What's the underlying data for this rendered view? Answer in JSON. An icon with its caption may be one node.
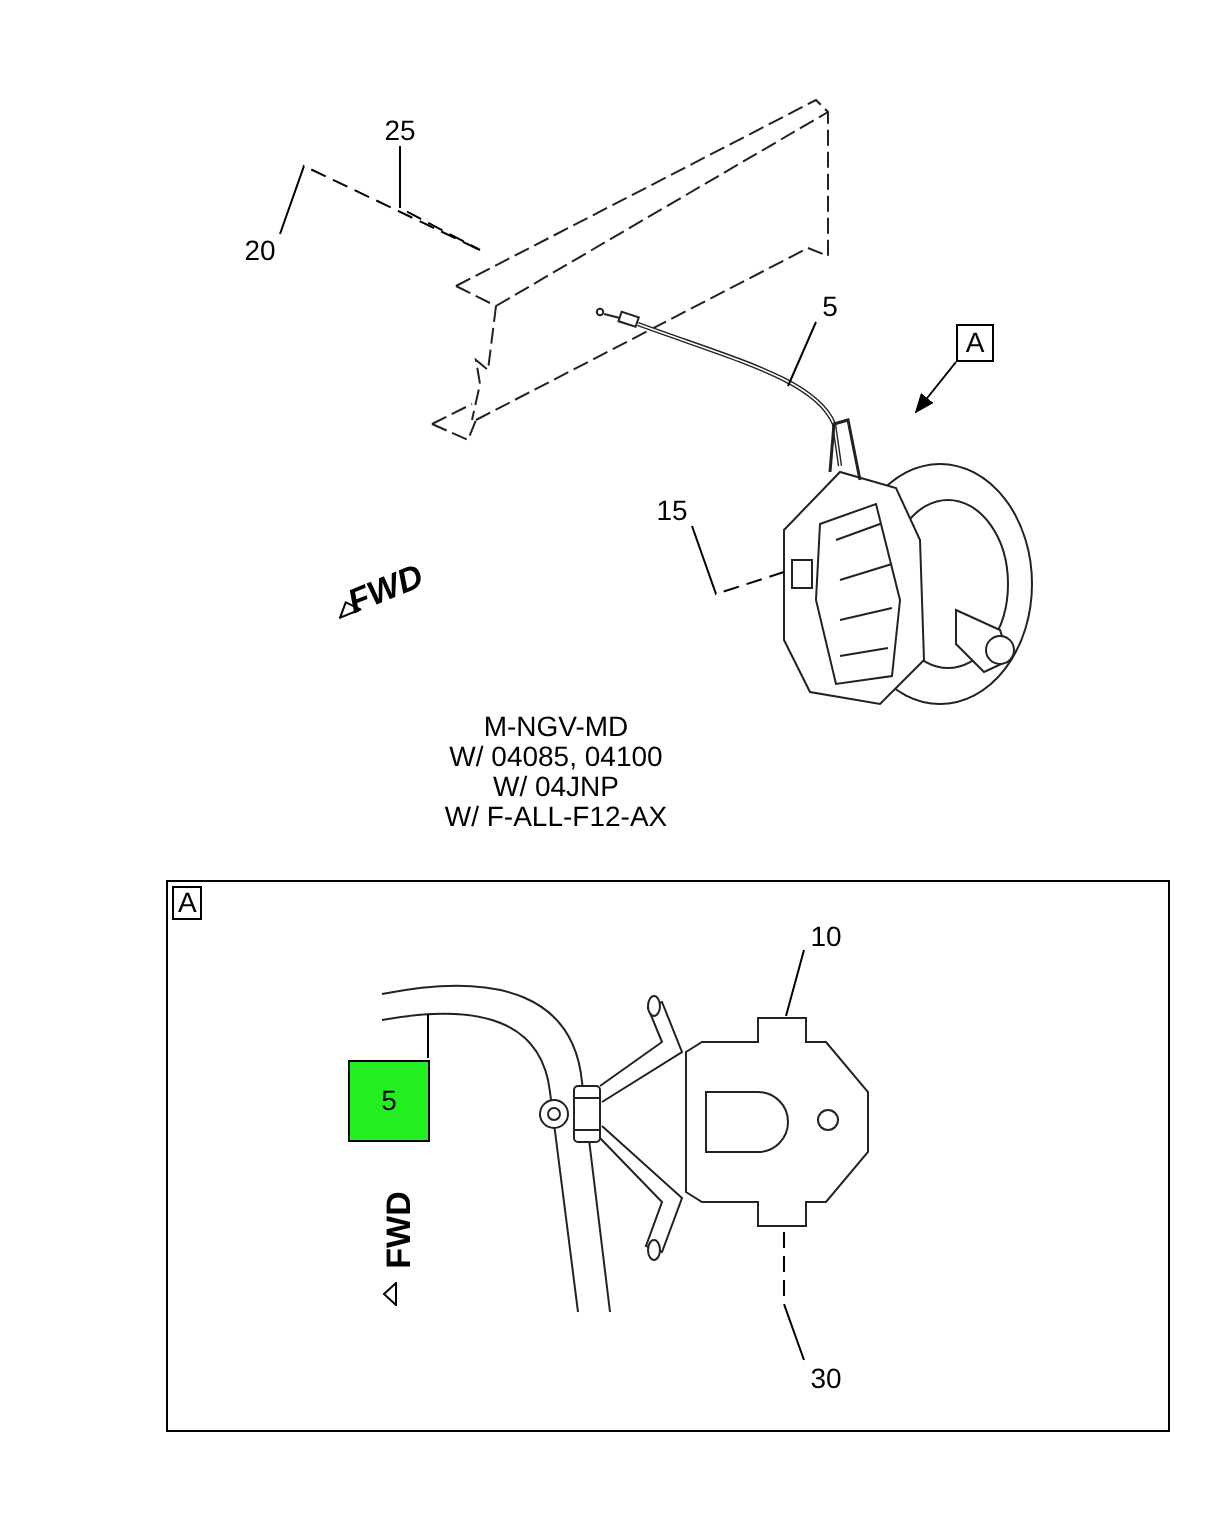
{
  "diagram": {
    "nodes": [
      {
        "text": [
          "25"
        ]
      },
      {
        "text": [
          "20"
        ]
      },
      {
        "text": [],
        "shape": "picture"
      },
      {
        "text": [
          "5"
        ]
      },
      {
        "text": [
          "A"
        ]
      },
      {
        "text": [],
        "shape": "picture"
      },
      {
        "text": [
          "15"
        ]
      },
      {
        "text": [],
        "shape": "picture"
      },
      {
        "text": [
          "A"
        ]
      },
      {
        "text": [
          "10"
        ],
        "in": 8
      },
      {
        "text": [],
        "shape": "picture",
        "in": 8
      },
      {
        "text": [
          "5"
        ],
        "in": 8
      },
      {
        "text": [],
        "shape": "picture",
        "in": 8
      },
      {
        "text": [
          "30"
        ],
        "in": 8
      }
    ],
    "edges": [
      {
        "from": 0,
        "to": 2,
        "arrow": "none",
        "style": "dashed"
      },
      {
        "from": 1,
        "to": 2,
        "arrow": "none",
        "style": "dashed"
      },
      {
        "from": 3,
        "to": 5,
        "arrow": "none"
      },
      {
        "from": 4,
        "to": 7,
        "arrow": "to"
      },
      {
        "from": 6,
        "to": 7,
        "arrow": "none",
        "style": "dashed"
      },
      {
        "from": 9,
        "to": 12,
        "arrow": "none"
      },
      {
        "from": 11,
        "to": 10,
        "arrow": "none"
      },
      {
        "from": 13,
        "to": 12,
        "arrow": "none",
        "style": "dashed"
      }
    ],
    "labels": [
      "FWD",
      "M-NGV-MD",
      "W/ 04085, 04100",
      "W/ 04JNP",
      "W/ F-ALL-F12-AX",
      "FWD"
    ]
  }
}
